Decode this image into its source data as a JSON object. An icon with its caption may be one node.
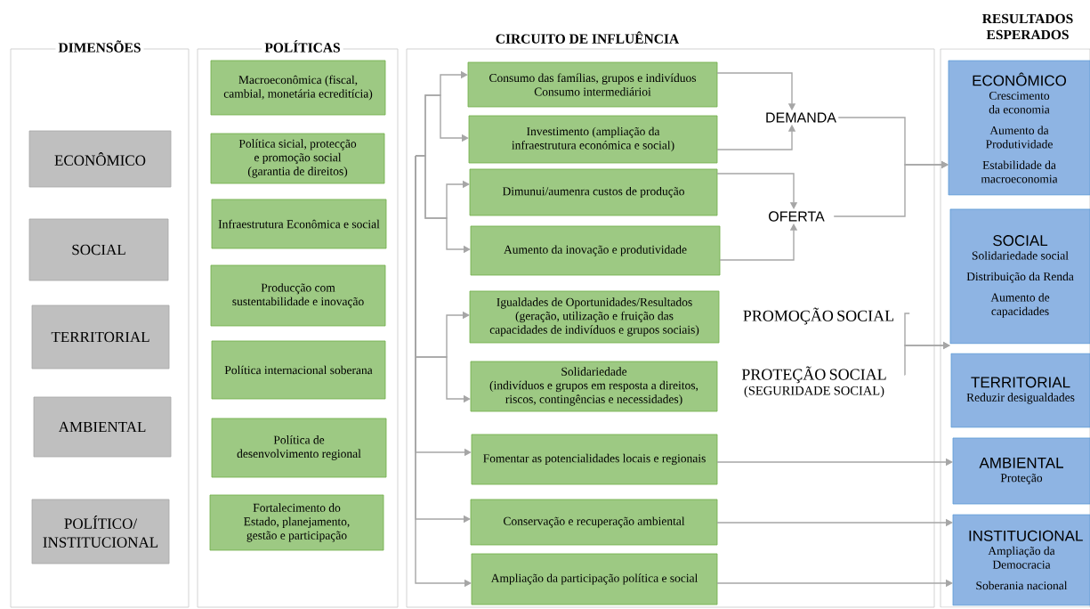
{
  "diagram": {
    "nodes": [
      {
        "text": [
          "DIMENSÕES"
        ]
      },
      {
        "text": [
          "ECONÔMICO"
        ],
        "in": 0
      },
      {
        "text": [
          "SOCIAL"
        ],
        "in": 0
      },
      {
        "text": [
          "TERRITORIAL"
        ],
        "in": 0
      },
      {
        "text": [
          "AMBIENTAL"
        ],
        "in": 0
      },
      {
        "text": [
          "POLÍTICO/ INSTITUCIONAL"
        ],
        "in": 0
      },
      {
        "text": [
          "POLÍTICAS"
        ]
      },
      {
        "text": [
          "Macroeconômica (fiscal, cambial, monetária ecreditícia)"
        ],
        "in": 6
      },
      {
        "text": [
          "Política sicial, protecção e promoção social (garantia de direitos)"
        ],
        "in": 6
      },
      {
        "text": [
          "Infraestrutura Econômica e social"
        ],
        "in": 6
      },
      {
        "text": [
          "Producção com sustentabilidade e inovação"
        ],
        "in": 6
      },
      {
        "text": [
          "Política internacional soberana"
        ],
        "in": 6
      },
      {
        "text": [
          "Política de desenvolvimento regional"
        ],
        "in": 6
      },
      {
        "text": [
          "Fortalecimento do Estado, planejamento, gestão e participação"
        ],
        "in": 6
      },
      {
        "text": [
          "CIRCUITO DE INFLUÊNCIA"
        ]
      },
      {
        "text": [
          "Consumo das famílias, grupos e indivíduos",
          "Consumo intermediárioi"
        ],
        "in": 14
      },
      {
        "text": [
          "Investimento (ampliação da infraestrutura económica e social)"
        ],
        "in": 14
      },
      {
        "text": [
          "Dimunui/aumenra custos de produção"
        ],
        "in": 14
      },
      {
        "text": [
          "Aumento da inovação e produtividade"
        ],
        "in": 14
      },
      {
        "text": [
          "Igualdades de Oportunidades/Resultados (geração, utilização e fruição das capacidades de indivíduos e grupos sociais)"
        ],
        "in": 14
      },
      {
        "text": [
          "Solidariedade",
          "(indivíduos e grupos em resposta a direitos, riscos, contingências e necessidades)"
        ],
        "in": 14
      },
      {
        "text": [
          "Fomentar as potencialidades locais e regionais"
        ],
        "in": 14
      },
      {
        "text": [
          "Conservação e recuperação ambiental"
        ],
        "in": 14
      },
      {
        "text": [
          "Ampliação da participação política e social"
        ],
        "in": 14
      },
      {
        "text": [
          "DEMANDA"
        ],
        "in": 14
      },
      {
        "text": [
          "OFERTA"
        ],
        "in": 14
      },
      {
        "text": [
          "PROMOÇÃO SOCIAL"
        ],
        "in": 14
      },
      {
        "text": [
          "PROTEÇÃO SOCIAL",
          "(SEGURIDADE SOCIAL)"
        ],
        "in": 14
      },
      {
        "text": [
          "RESULTADOS ESPERADOS"
        ]
      },
      {
        "text": [
          "ECONÔMICO",
          "Crescimento da economia",
          "Aumento da Produtividade",
          "Estabilidade da macroeconomia"
        ],
        "in": 28
      },
      {
        "text": [
          "SOCIAL",
          "Solidariedade social",
          "Distribuição da Renda",
          "Aumento de capacidades"
        ],
        "in": 28
      },
      {
        "text": [
          "TERRITORIAL",
          "Reduzir desigualdades"
        ],
        "in": 28
      },
      {
        "text": [
          "AMBIENTAL",
          "Proteção"
        ],
        "in": 28
      },
      {
        "text": [
          "INSTITUCIONAL",
          "Ampliação da Democracia",
          "Soberania nacional"
        ],
        "in": 28
      }
    ],
    "edges": [
      {
        "from": null,
        "to": 15,
        "arrow": "to"
      },
      {
        "from": null,
        "to": 16,
        "arrow": "to"
      },
      {
        "from": null,
        "to": 17,
        "arrow": "to"
      },
      {
        "from": null,
        "to": 18,
        "arrow": "to"
      },
      {
        "from": null,
        "to": 19,
        "arrow": "to"
      },
      {
        "from": null,
        "to": 20,
        "arrow": "to"
      },
      {
        "from": null,
        "to": 21,
        "arrow": "to"
      },
      {
        "from": null,
        "to": 22,
        "arrow": "to"
      },
      {
        "from": null,
        "to": 23,
        "arrow": "to"
      },
      {
        "from": 15,
        "to": 24,
        "arrow": "to"
      },
      {
        "from": 16,
        "to": 24,
        "arrow": "to"
      },
      {
        "from": 17,
        "to": 25,
        "arrow": "to"
      },
      {
        "from": 18,
        "to": 25,
        "arrow": "to"
      },
      {
        "from": 24,
        "to": 29,
        "arrow": "to"
      },
      {
        "from": 25,
        "to": 29,
        "arrow": "to"
      },
      {
        "from": 26,
        "to": 30,
        "arrow": "to"
      },
      {
        "from": 27,
        "to": 30,
        "arrow": "to"
      },
      {
        "from": 21,
        "to": 32,
        "arrow": "to"
      },
      {
        "from": 22,
        "to": 33,
        "arrow": "to"
      },
      {
        "from": 23,
        "to": 33,
        "arrow": "to"
      }
    ]
  }
}
